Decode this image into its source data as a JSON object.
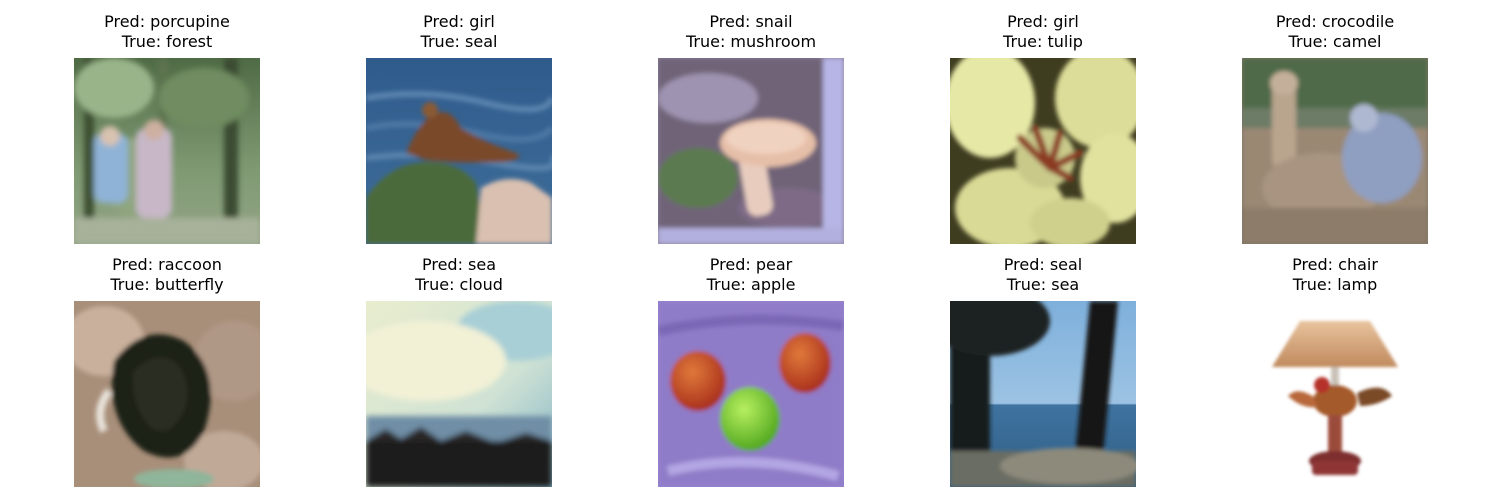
{
  "figure": {
    "panels": [
      {
        "pred_text": "Pred: porcupine",
        "true_text": "True: forest",
        "pred": "porcupine",
        "true": "forest",
        "subject": "forest-path-people"
      },
      {
        "pred_text": "Pred: girl",
        "true_text": "True: seal",
        "pred": "girl",
        "true": "seal",
        "subject": "seal-on-rock"
      },
      {
        "pred_text": "Pred: snail",
        "true_text": "True: mushroom",
        "pred": "snail",
        "true": "mushroom",
        "subject": "mushroom-closeup"
      },
      {
        "pred_text": "Pred: girl",
        "true_text": "True: tulip",
        "pred": "girl",
        "true": "tulip",
        "subject": "yellow-lily-flower"
      },
      {
        "pred_text": "Pred: crocodile",
        "true_text": "True: camel",
        "pred": "crocodile",
        "true": "camel",
        "subject": "camel-in-zoo"
      },
      {
        "pred_text": "Pred: raccoon",
        "true_text": "True: butterfly",
        "pred": "raccoon",
        "true": "butterfly",
        "subject": "dark-butterfly-on-bark"
      },
      {
        "pred_text": "Pred: sea",
        "true_text": "True: cloud",
        "pred": "sea",
        "true": "cloud",
        "subject": "hazy-sky-over-treeline"
      },
      {
        "pred_text": "Pred: pear",
        "true_text": "True: apple",
        "pred": "pear",
        "true": "apple",
        "subject": "three-apples-on-purple-cloth"
      },
      {
        "pred_text": "Pred: seal",
        "true_text": "True: sea",
        "pred": "seal",
        "true": "sea",
        "subject": "sea-through-trees"
      },
      {
        "pred_text": "Pred: chair",
        "true_text": "True: lamp",
        "pred": "chair",
        "true": "lamp",
        "subject": "rooster-table-lamp"
      }
    ]
  }
}
